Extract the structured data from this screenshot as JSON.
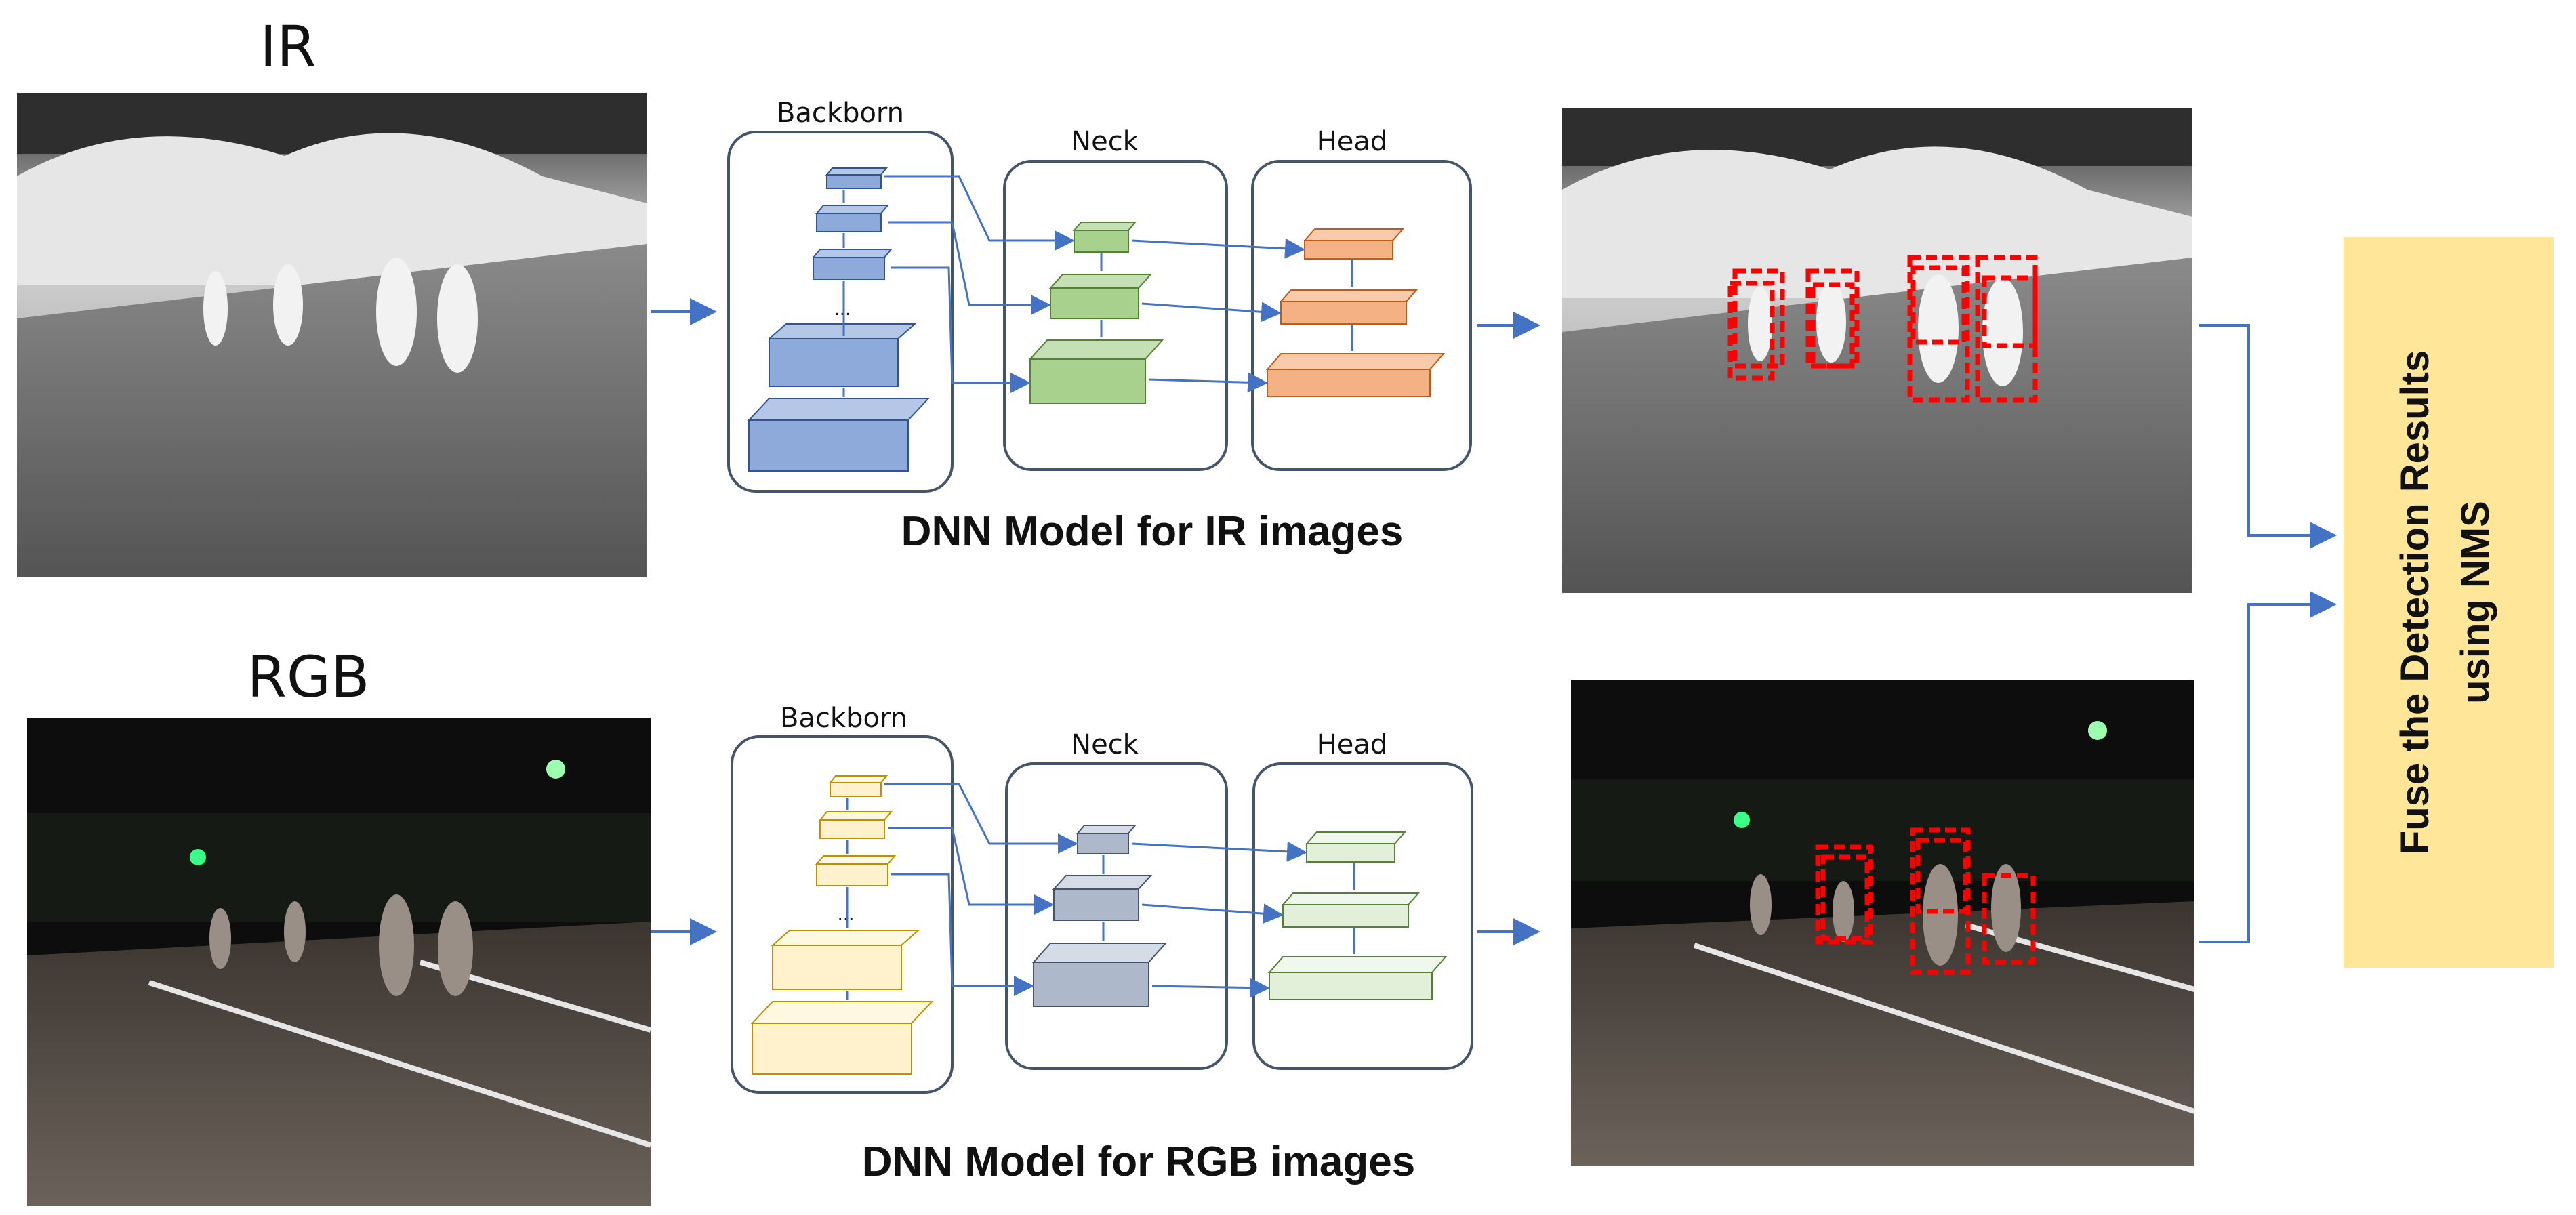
{
  "ir_row": {
    "label": "IR",
    "model_caption": "DNN Model for IR images",
    "blocks": [
      "Backborn",
      "Neck",
      "Head"
    ],
    "ellipsis": "...",
    "colors": {
      "backbone": "#8eaadb",
      "neck": "#a9d18e",
      "head": "#f4b183"
    }
  },
  "rgb_row": {
    "label": "RGB",
    "model_caption": "DNN Model for RGB images",
    "blocks": [
      "Backborn",
      "Neck",
      "Head"
    ],
    "ellipsis": "...",
    "colors": {
      "backbone": "#fff2cc",
      "neck": "#adb9ca",
      "head": "#e2f0d9"
    }
  },
  "fusion": {
    "line1": "Fuse the Detection Results",
    "line2": "using NMS",
    "fill": "#ffe699"
  },
  "colors": {
    "arrow": "#4472c4",
    "block_border": "#44546a",
    "detection_box": "#ff0000"
  }
}
